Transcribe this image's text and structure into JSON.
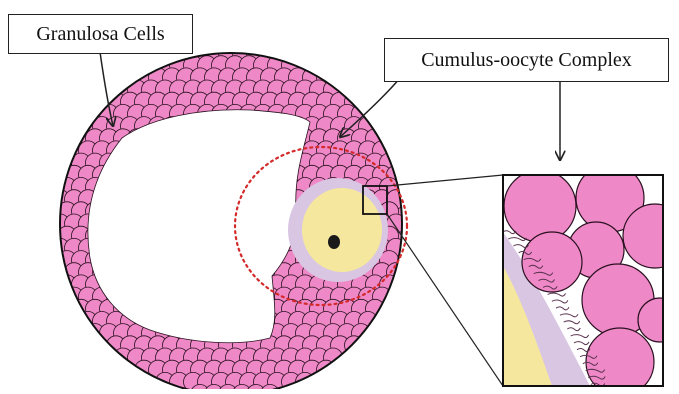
{
  "labels": {
    "granulosa_cells": "Granulosa Cells",
    "cumulus_oocyte_complex": "Cumulus-oocyte Complex"
  },
  "colors": {
    "granulosa_cell_fill": "#ee88c6",
    "cell_outline": "#2a1020",
    "oocyte_fill": "#f5e89e",
    "zona_pellucida": "#d9c6e3",
    "nucleus": "#1a1a1a",
    "highlight_circle": "#d42a2a",
    "antrum": "#ffffff",
    "transzonal_projections": "#5a3350"
  },
  "icons": [
    "follicle-diagram",
    "oocyte-shape",
    "nucleus-dot",
    "highlight-circle",
    "zoom-box",
    "magnified-inset",
    "arrow-icon"
  ]
}
